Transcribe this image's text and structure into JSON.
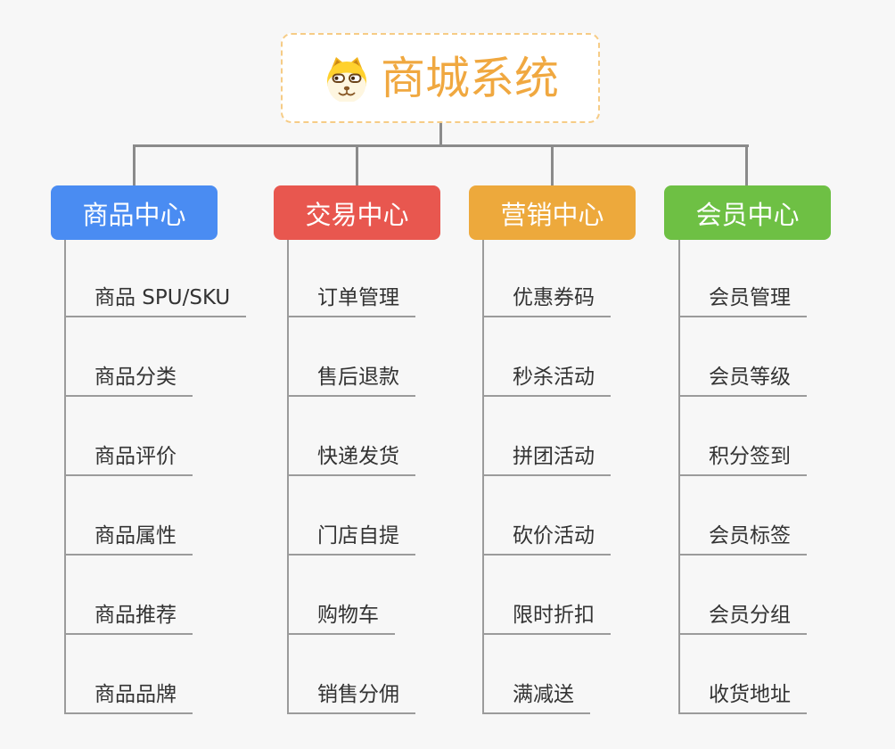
{
  "root": {
    "title": "商城系统",
    "icon": "dog-face-icon"
  },
  "branches": [
    {
      "label": "商品中心",
      "color": "#4a8cf2",
      "items": [
        "商品 SPU/SKU",
        "商品分类",
        "商品评价",
        "商品属性",
        "商品推荐",
        "商品品牌"
      ]
    },
    {
      "label": "交易中心",
      "color": "#e8574f",
      "items": [
        "订单管理",
        "售后退款",
        "快递发货",
        "门店自提",
        "购物车",
        "销售分佣"
      ]
    },
    {
      "label": "营销中心",
      "color": "#eda93c",
      "items": [
        "优惠券码",
        "秒杀活动",
        "拼团活动",
        "砍价活动",
        "限时折扣",
        "满减送"
      ]
    },
    {
      "label": "会员中心",
      "color": "#6ec044",
      "items": [
        "会员管理",
        "会员等级",
        "积分签到",
        "会员标签",
        "会员分组",
        "收货地址"
      ]
    }
  ],
  "style": {
    "background": "#f7f7f7",
    "connector_color": "#8b8b8b",
    "leaf_line_color": "#9b9b9b",
    "leaf_text_color": "#333333",
    "root_accent": "#f0a840",
    "root_border": "#f6cc86"
  }
}
